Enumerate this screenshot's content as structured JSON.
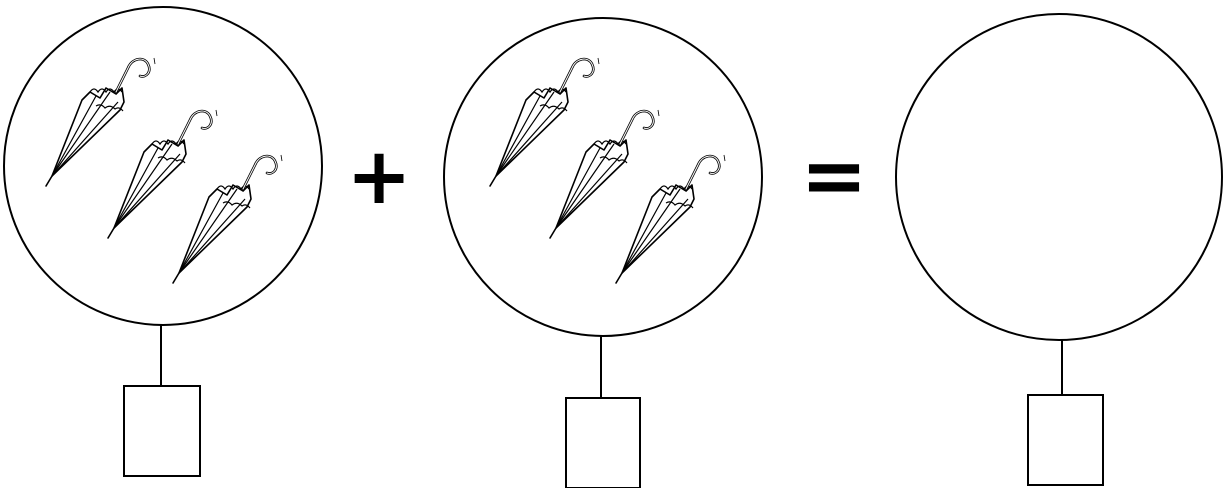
{
  "problem": {
    "groups": [
      {
        "id": "left",
        "umbrella_count": 3,
        "answer_box": ""
      },
      {
        "id": "middle",
        "umbrella_count": 3,
        "answer_box": ""
      },
      {
        "id": "result",
        "umbrella_count": 0,
        "answer_box": ""
      }
    ],
    "plus_symbol": "+",
    "equals_symbol": "=",
    "item_icon": "umbrella-icon",
    "colors": {
      "stroke": "#000000",
      "background": "#ffffff"
    }
  }
}
